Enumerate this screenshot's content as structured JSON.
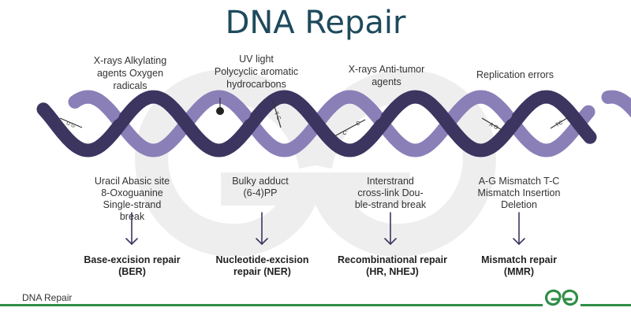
{
  "title": "DNA Repair",
  "columns": [
    {
      "agent": "X-rays Alkylating\nagents Oxygen\nradicals",
      "damage": "Uracil Abasic site\n8-Oxoguanine\nSingle-strand\nbreak",
      "repair": "Base-excision repair\n(BER)"
    },
    {
      "agent": "UV light\nPolycyclic aromatic\nhydrocarbons",
      "damage": "Bulky adduct\n(6-4)PP",
      "repair": "Nucleotide-excision\nrepair (NER)"
    },
    {
      "agent": "X-rays Anti-tumor\nagents",
      "damage": "Interstrand\ncross-link Dou-\nble-strand break",
      "repair": "Recombinational repair\n(HR, NHEJ)"
    },
    {
      "agent": "Replication errors",
      "damage": "A-G Mismatch T-C\nMismatch Insertion\nDeletion",
      "repair": "Mismatch repair\n(MMR)"
    }
  ],
  "helix_labels": {
    "ug": "U G",
    "tc_bulky": "T C",
    "cc1": "C",
    "cc2": "C",
    "ag": "A G",
    "tc": "TC"
  },
  "footer": {
    "label": "DNA Repair",
    "logo_icon": "geeksforgeeks-logo-icon"
  },
  "colors": {
    "strand_dark": "#3b3560",
    "strand_light": "#8b7fb8",
    "title": "#1e4a5c",
    "footer_line": "#2f8d46",
    "watermark": "#eeeeee"
  }
}
